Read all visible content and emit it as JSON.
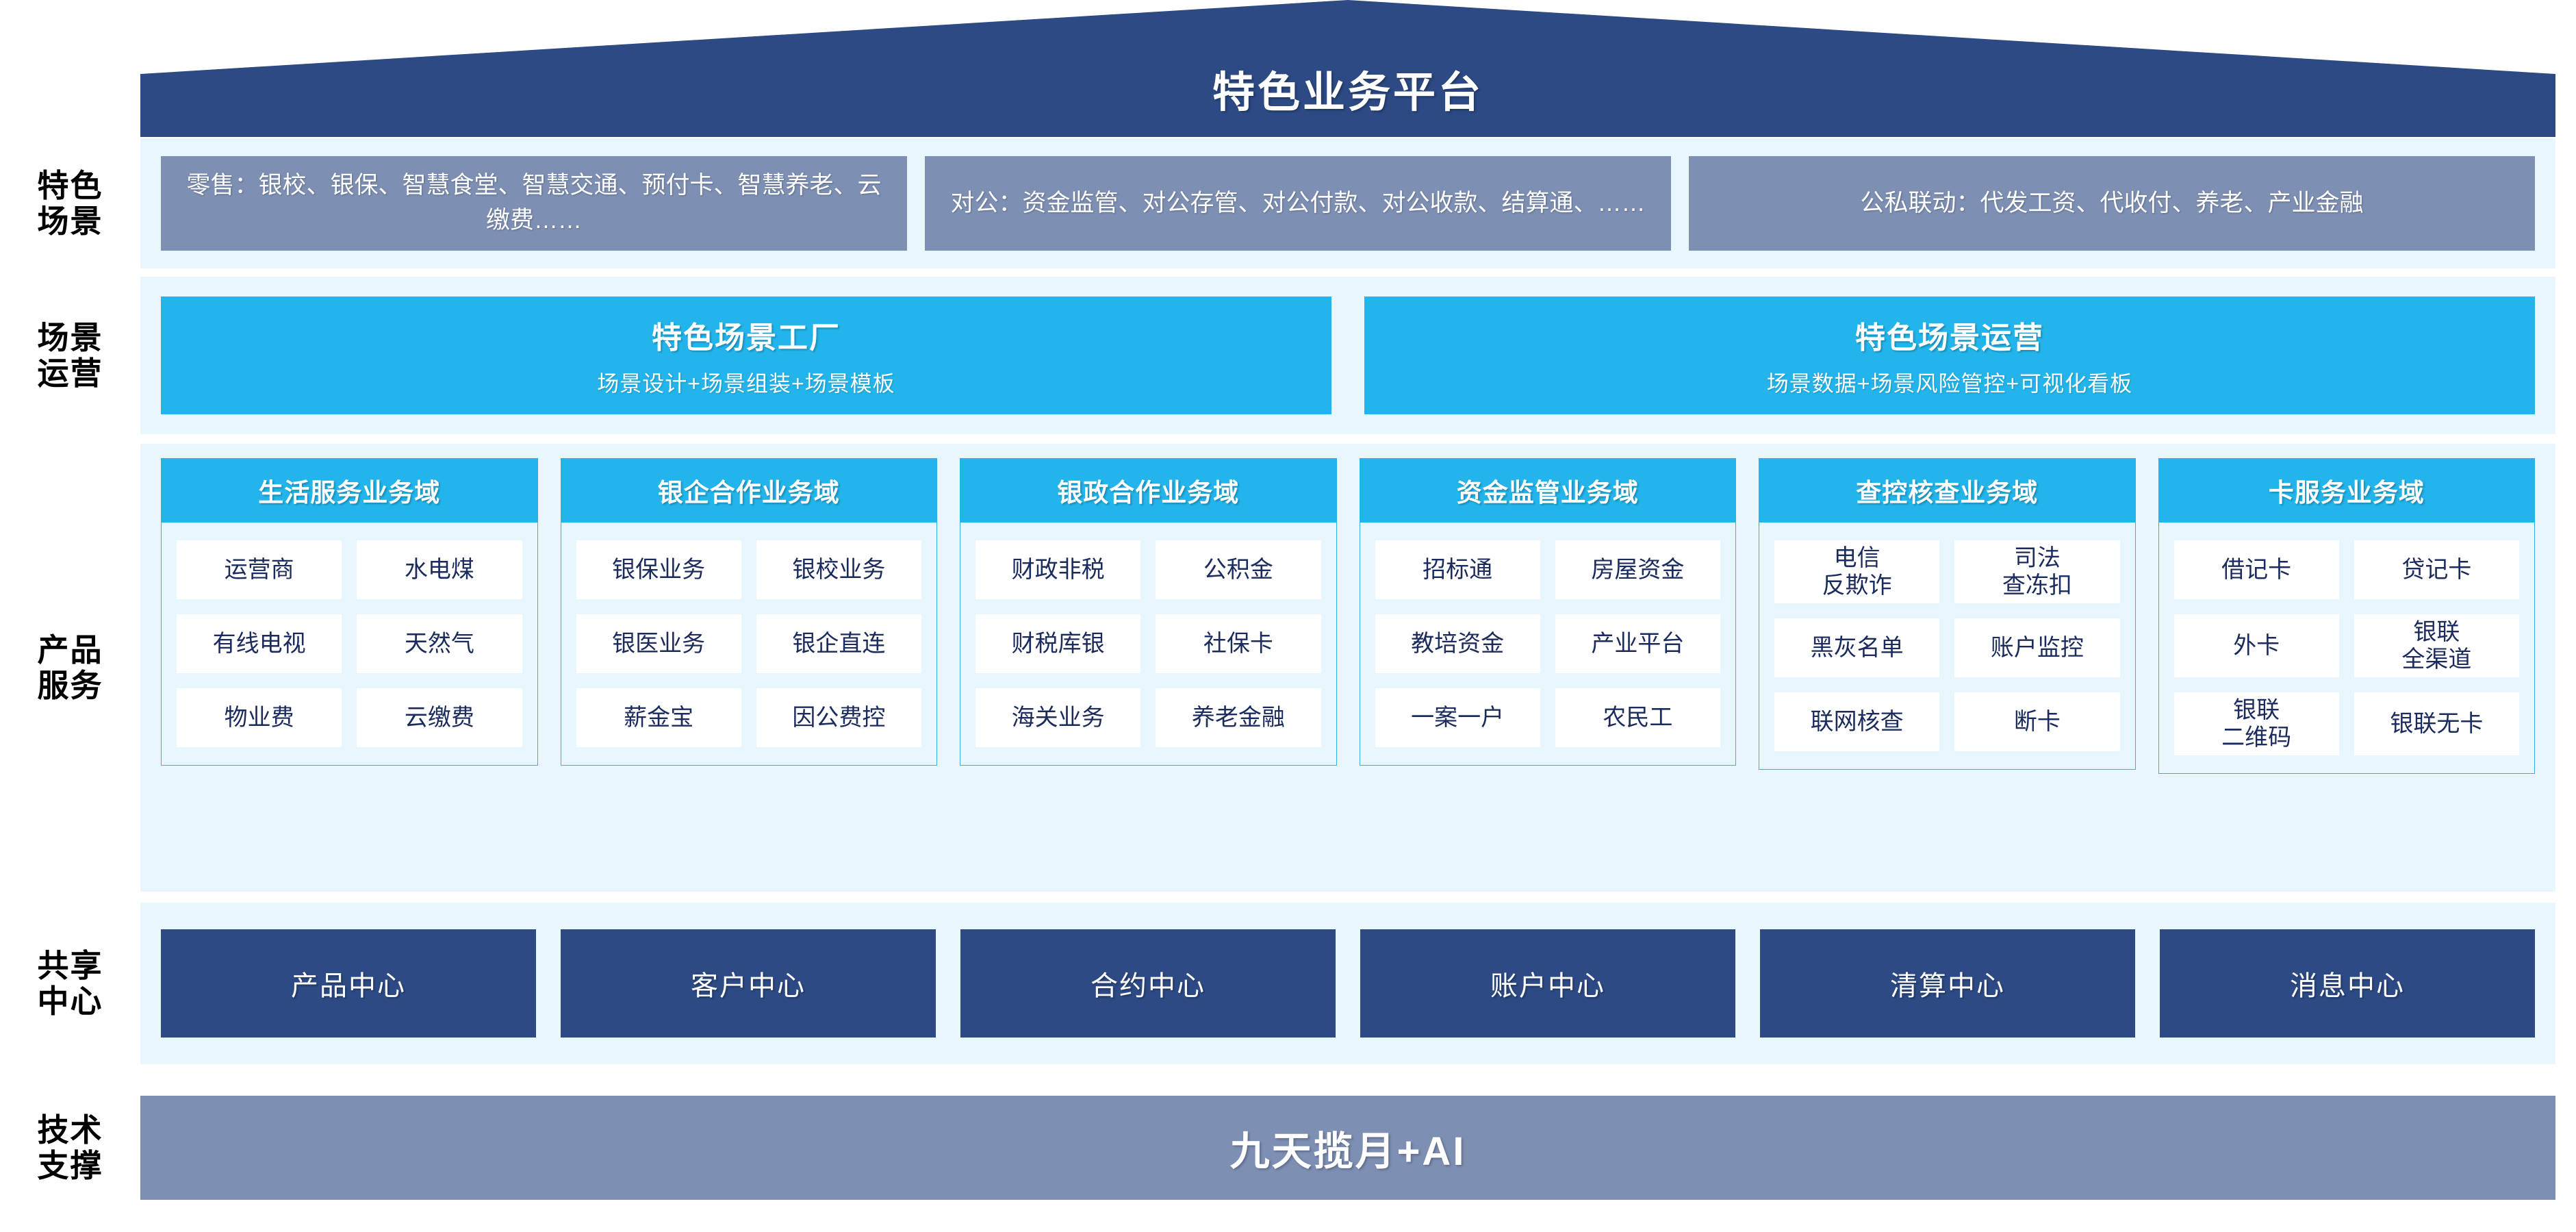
{
  "header": {
    "title": "特色业务平台",
    "roof_color": "#2d4a85"
  },
  "row_labels": {
    "scenarios": [
      "特色",
      "场景"
    ],
    "operations": [
      "场景",
      "运营"
    ],
    "products": [
      "产品",
      "服务"
    ],
    "shared": [
      "共享",
      "中心"
    ],
    "tech": [
      "技术",
      "支撑"
    ]
  },
  "scenarios": {
    "band_color": "#e8f6fd",
    "box_color": "#7d8fb3",
    "items": [
      {
        "text": "零售：银校、银保、智慧食堂、智慧交通、预付卡、智慧养老、云缴费……"
      },
      {
        "text": "对公：资金监管、对公存管、对公付款、对公收款、结算通、……"
      },
      {
        "text": "公私联动：代发工资、代收付、养老、产业金融"
      }
    ]
  },
  "operations": {
    "accent_color": "#22b4ea",
    "items": [
      {
        "title": "特色场景工厂",
        "subtitle": "场景设计+场景组装+场景模板"
      },
      {
        "title": "特色场景运营",
        "subtitle": "场景数据+场景风险管控+可视化看板"
      }
    ]
  },
  "product_services": {
    "header_color": "#22b4ea",
    "cell_text_color": "#1b2b5e",
    "domains": [
      {
        "title": "生活服务业务域",
        "cells": [
          "运营商",
          "水电煤",
          "有线电视",
          "天然气",
          "物业费",
          "云缴费"
        ]
      },
      {
        "title": "银企合作业务域",
        "cells": [
          "银保业务",
          "银校业务",
          "银医业务",
          "银企直连",
          "薪金宝",
          "因公费控"
        ]
      },
      {
        "title": "银政合作业务域",
        "cells": [
          "财政非税",
          "公积金",
          "财税库银",
          "社保卡",
          "海关业务",
          "养老金融"
        ]
      },
      {
        "title": "资金监管业务域",
        "cells": [
          "招标通",
          "房屋资金",
          "教培资金",
          "产业平台",
          "一案一户",
          "农民工"
        ]
      },
      {
        "title": "查控核查业务域",
        "cells": [
          "电信\n反欺诈",
          "司法\n查冻扣",
          "黑灰名单",
          "账户监控",
          "联网核查",
          "断卡"
        ]
      },
      {
        "title": "卡服务业务域",
        "cells": [
          "借记卡",
          "贷记卡",
          "外卡",
          "银联\n全渠道",
          "银联\n二维码",
          "银联无卡"
        ]
      }
    ]
  },
  "shared_centers": {
    "box_color": "#2d4a85",
    "items": [
      "产品中心",
      "客户中心",
      "合约中心",
      "账户中心",
      "清算中心",
      "消息中心"
    ]
  },
  "tech_support": {
    "bar_color": "#7d8fb3",
    "text": "九天揽月+AI"
  }
}
